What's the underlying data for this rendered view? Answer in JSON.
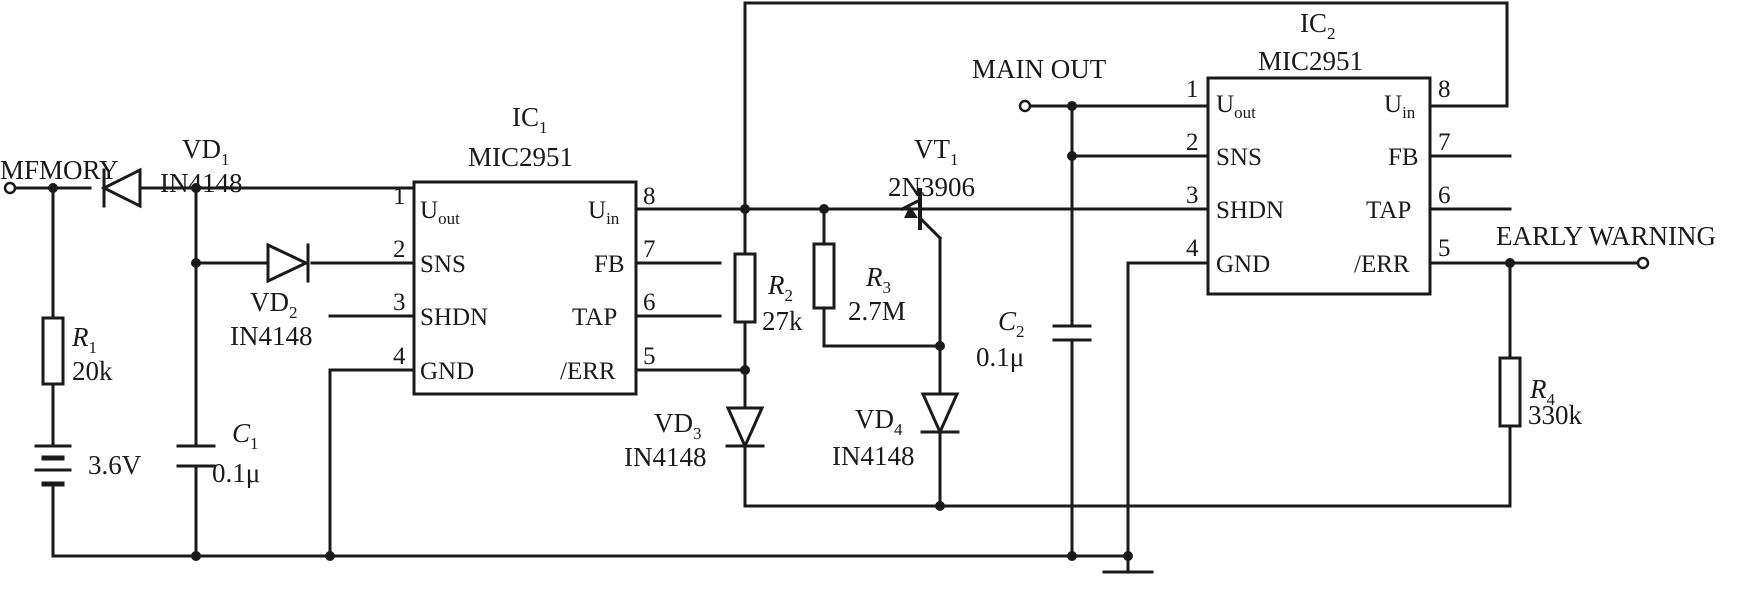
{
  "ic1": {
    "ref": "IC",
    "ref_sub": "1",
    "part": "MIC2951",
    "pins_left": [
      {
        "num": "1",
        "name": "U",
        "name_sub": "out"
      },
      {
        "num": "2",
        "name": "SNS"
      },
      {
        "num": "3",
        "name": "SHDN"
      },
      {
        "num": "4",
        "name": "GND"
      }
    ],
    "pins_right": [
      {
        "num": "8",
        "name": "U",
        "name_sub": "in"
      },
      {
        "num": "7",
        "name": "FB"
      },
      {
        "num": "6",
        "name": "TAP"
      },
      {
        "num": "5",
        "name": "/ERR"
      }
    ]
  },
  "ic2": {
    "ref": "IC",
    "ref_sub": "2",
    "part": "MIC2951",
    "pins_left": [
      {
        "num": "1",
        "name": "U",
        "name_sub": "out"
      },
      {
        "num": "2",
        "name": "SNS"
      },
      {
        "num": "3",
        "name": "SHDN"
      },
      {
        "num": "4",
        "name": "GND"
      }
    ],
    "pins_right": [
      {
        "num": "8",
        "name": "U",
        "name_sub": "in"
      },
      {
        "num": "7",
        "name": "FB"
      },
      {
        "num": "6",
        "name": "TAP"
      },
      {
        "num": "5",
        "name": "/ERR"
      }
    ]
  },
  "diodes": {
    "vd1": {
      "ref": "VD",
      "sub": "1",
      "part": "IN4148"
    },
    "vd2": {
      "ref": "VD",
      "sub": "2",
      "part": "IN4148"
    },
    "vd3": {
      "ref": "VD",
      "sub": "3",
      "part": "IN4148"
    },
    "vd4": {
      "ref": "VD",
      "sub": "4",
      "part": "IN4148"
    }
  },
  "resistors": {
    "r1": {
      "ref": "R",
      "sub": "1",
      "value": "20k"
    },
    "r2": {
      "ref": "R",
      "sub": "2",
      "value": "27k"
    },
    "r3": {
      "ref": "R",
      "sub": "3",
      "value": "2.7M"
    },
    "r4": {
      "ref": "R",
      "sub": "4",
      "value": "330k"
    }
  },
  "capacitors": {
    "c1": {
      "ref": "C",
      "sub": "1",
      "value": "0.1μ"
    },
    "c2": {
      "ref": "C",
      "sub": "2",
      "value": "0.1μ"
    }
  },
  "transistor": {
    "ref": "VT",
    "sub": "1",
    "part": "2N3906"
  },
  "battery": {
    "value": "3.6V"
  },
  "terminals": {
    "memory": "MFMORY",
    "main_out": "MAIN OUT",
    "early_warning": "EARLY WARNING"
  }
}
